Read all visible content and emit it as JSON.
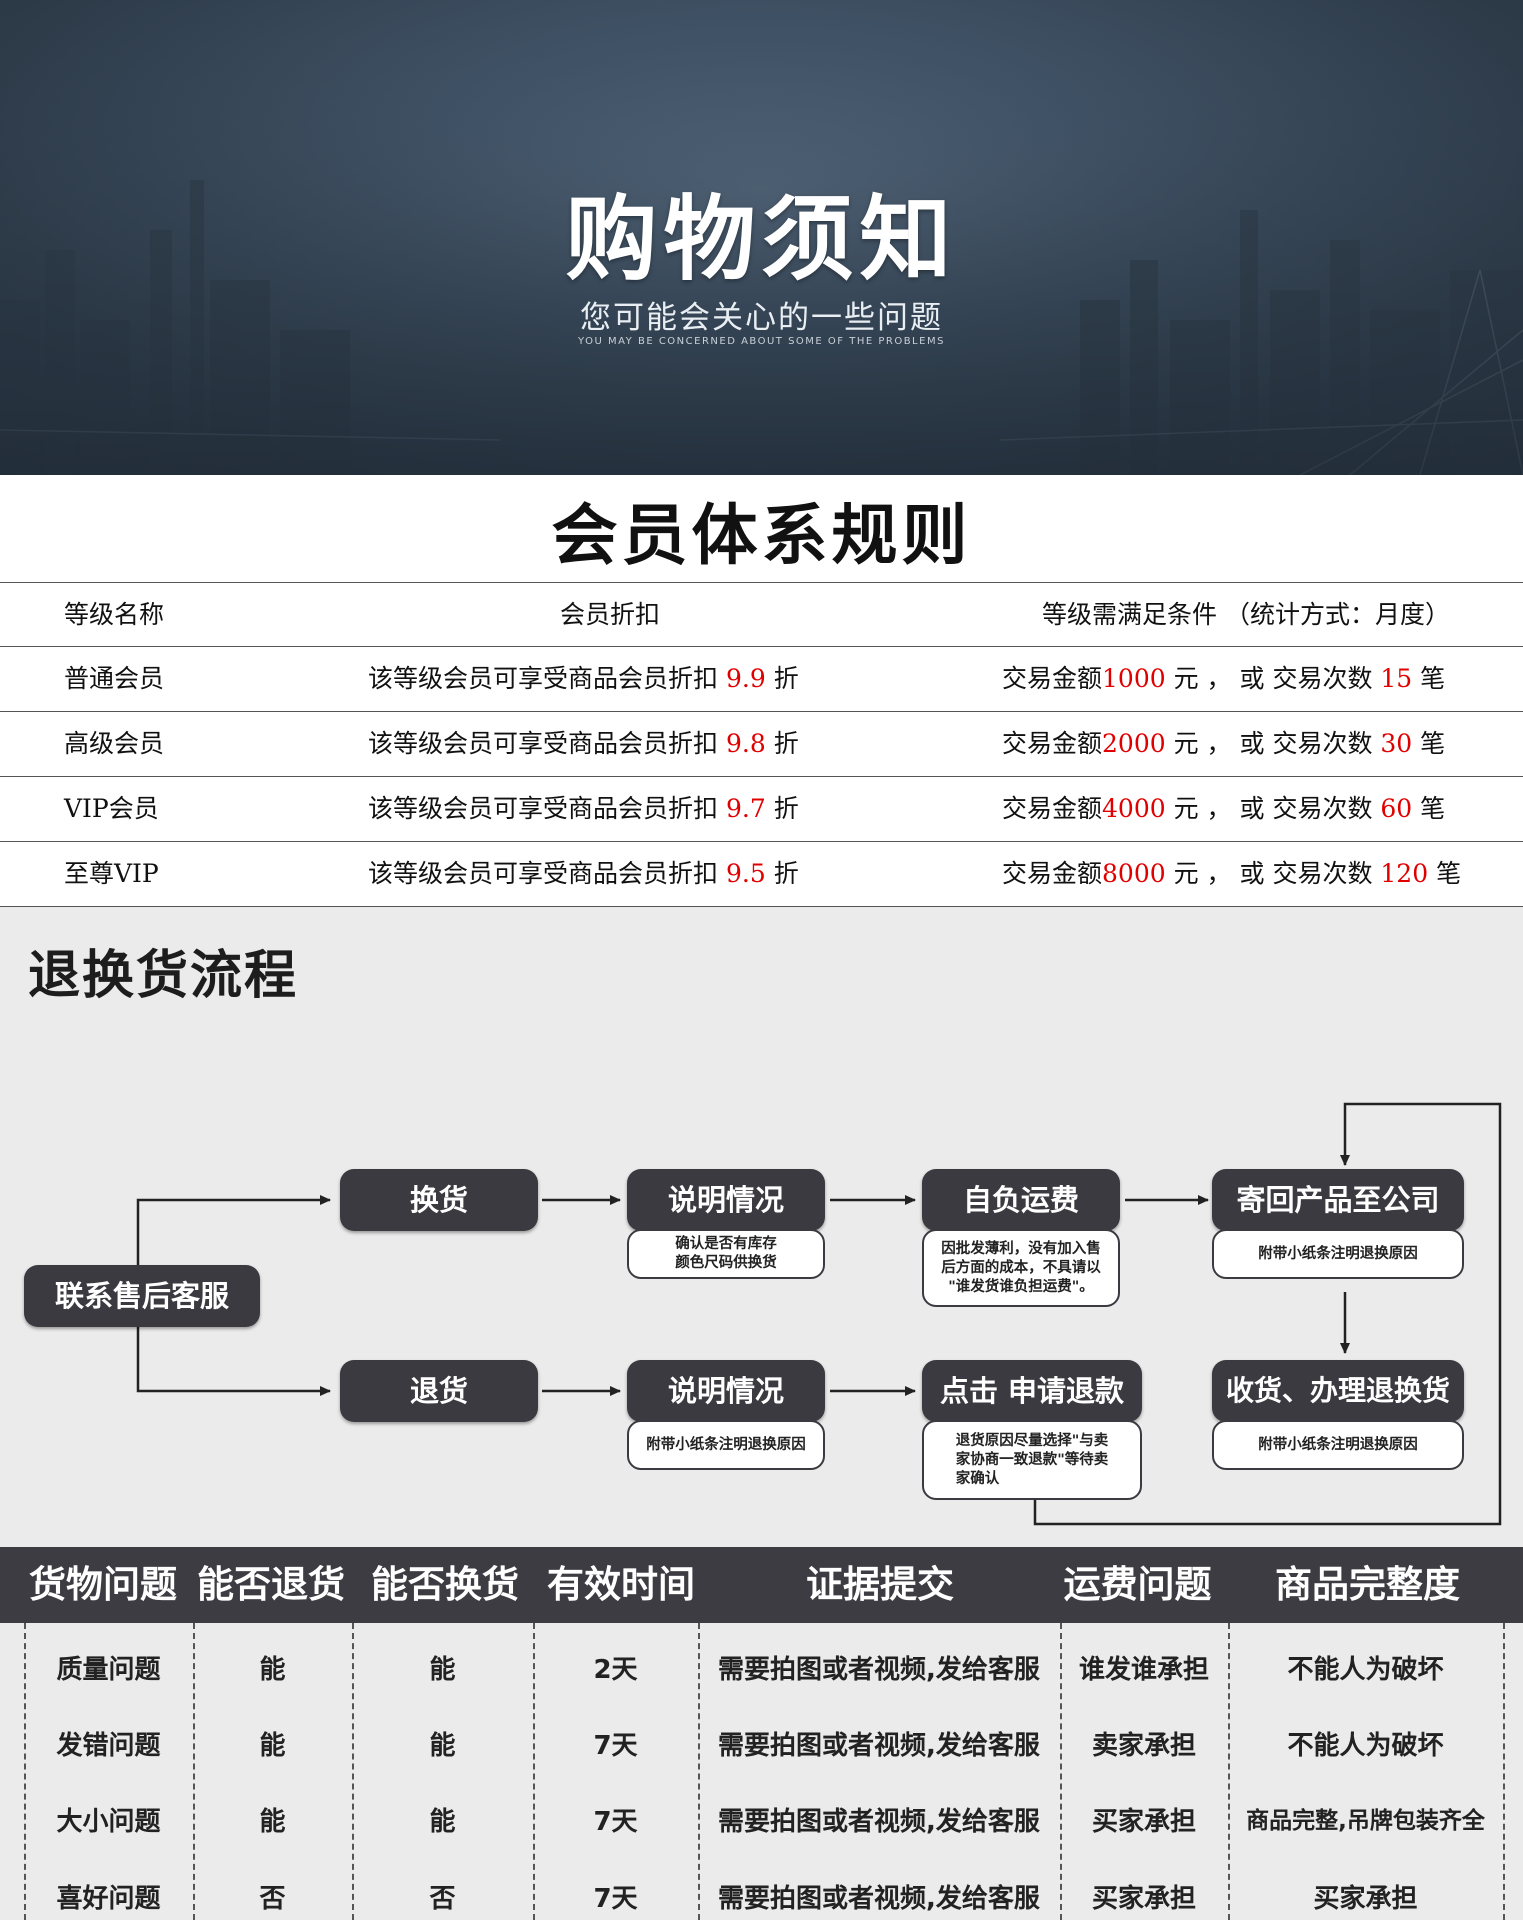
{
  "hero": {
    "title": "购物须知",
    "subtitle": "您可能会关心的一些问题",
    "subtitle_en": "YOU MAY BE CONCERNED ABOUT SOME OF THE PROBLEMS"
  },
  "membership": {
    "title": "会员体系规则",
    "headers": [
      "等级名称",
      "会员折扣",
      "等级需满足条件 （统计方式：月度）"
    ],
    "rows": [
      {
        "level": "普通会员",
        "discount_prefix": "该等级会员可享受商品会员折扣",
        "discount": "9.9",
        "discount_unit": "折",
        "amount_label": "交易金额",
        "amount": "1000",
        "amount_unit": "元 ， 或 ",
        "count_label": "交易次数",
        "count": "15",
        "count_unit": "笔"
      },
      {
        "level": "高级会员",
        "discount_prefix": "该等级会员可享受商品会员折扣",
        "discount": "9.8",
        "discount_unit": "折",
        "amount_label": "交易金额",
        "amount": "2000",
        "amount_unit": "元 ， 或 ",
        "count_label": "交易次数",
        "count": "30",
        "count_unit": "笔"
      },
      {
        "level": "VIP会员",
        "discount_prefix": "该等级会员可享受商品会员折扣",
        "discount": "9.7",
        "discount_unit": "折",
        "amount_label": "交易金额",
        "amount": "4000",
        "amount_unit": "元 ， 或 ",
        "count_label": "交易次数",
        "count": "60",
        "count_unit": "笔"
      },
      {
        "level": "至尊VIP",
        "discount_prefix": "该等级会员可享受商品会员折扣",
        "discount": "9.5",
        "discount_unit": "折",
        "amount_label": "交易金额",
        "amount": "8000",
        "amount_unit": "元 ， 或 ",
        "count_label": "交易次数",
        "count": "120",
        "count_unit": "笔"
      }
    ],
    "accent_color": "#e00000"
  },
  "flow": {
    "title": "退换货流程",
    "start": "联系售后客服",
    "exchange": "换货",
    "return": "退货",
    "explain_top": "说明情况",
    "explain_top_note": "确认是否有库存\n颜色尺码供换货",
    "self_pay": "自负运费",
    "self_pay_note": "因批发薄利，没有加入售\n后方面的成本，不具请以\n\"谁发货谁负担运费\"。",
    "send_back": "寄回产品至公司",
    "send_back_note": "附带小纸条注明退换原因",
    "explain_bottom": "说明情况",
    "explain_bottom_note": "附带小纸条注明退换原因",
    "apply_refund": "点击 申请退款",
    "apply_refund_note": "退货原因尽量选择\"与卖\n家协商一致退款\"等待卖\n家确认",
    "receive": "收货、办理退换货",
    "receive_note": "附带小纸条注明退换原因"
  },
  "issues": {
    "headers": [
      "货物问题",
      "能否退货",
      "能否换货",
      "有效时间",
      "证据提交",
      "运费问题",
      "商品完整度"
    ],
    "rows": [
      [
        "质量问题",
        "能",
        "能",
        "2天",
        "需要拍图或者视频,发给客服",
        "谁发谁承担",
        "不能人为破坏"
      ],
      [
        "发错问题",
        "能",
        "能",
        "7天",
        "需要拍图或者视频,发给客服",
        "卖家承担",
        "不能人为破坏"
      ],
      [
        "大小问题",
        "能",
        "能",
        "7天",
        "需要拍图或者视频,发给客服",
        "买家承担",
        "商品完整,吊牌包装齐全"
      ],
      [
        "喜好问题",
        "否",
        "否",
        "7天",
        "需要拍图或者视频,发给客服",
        "买家承担",
        "买家承担"
      ]
    ]
  }
}
